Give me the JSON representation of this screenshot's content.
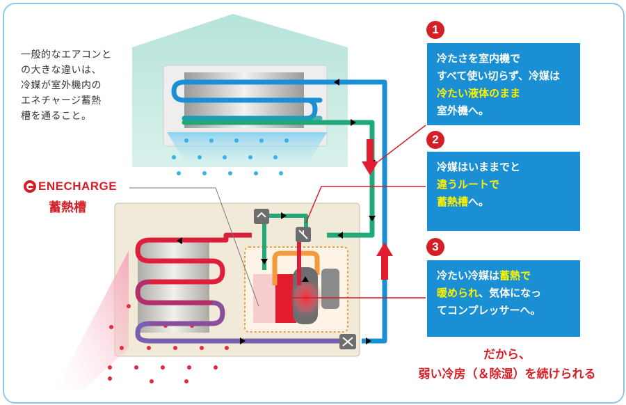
{
  "intro": {
    "lines": [
      "一般的なエアコンと",
      "の大きな違いは、",
      "冷媒が室外機内の",
      "エネチャージ蓄熱",
      "槽を通ること。"
    ]
  },
  "brand": {
    "logo_text": "ENECHARGE",
    "subtitle": "蓄熱槽"
  },
  "steps": [
    {
      "number": "1",
      "segments": [
        [
          {
            "t": "冷たさを室内機で",
            "hl": false
          }
        ],
        [
          {
            "t": "すべて使い切らず、冷媒は",
            "hl": false
          }
        ],
        [
          {
            "t": "冷たい液体のまま",
            "hl": true
          }
        ],
        [
          {
            "t": "室外機へ。",
            "hl": false
          }
        ]
      ]
    },
    {
      "number": "2",
      "segments": [
        [
          {
            "t": "冷媒はいままでと",
            "hl": false
          }
        ],
        [
          {
            "t": "違うルートで",
            "hl": true
          }
        ],
        [
          {
            "t": "蓄熱槽",
            "hl": true
          },
          {
            "t": "へ。",
            "hl": false
          }
        ]
      ]
    },
    {
      "number": "3",
      "segments": [
        [
          {
            "t": "冷たい冷媒は",
            "hl": false
          },
          {
            "t": "蓄熱で",
            "hl": true
          }
        ],
        [
          {
            "t": "暖められ",
            "hl": true
          },
          {
            "t": "、気体になっ",
            "hl": false
          }
        ],
        [
          {
            "t": "てコンプレッサーへ。",
            "hl": false
          }
        ]
      ]
    }
  ],
  "conclusion": {
    "line1": "だから、",
    "line2": "弱い冷房（＆除湿）を続けられる"
  },
  "colors": {
    "accent_red": "#d41f26",
    "box_blue": "#1a8fd3",
    "highlight_yellow": "#fff200",
    "pipe_blue": "#1a8fd3",
    "pipe_green": "#23a879",
    "pipe_red": "#d81e3a",
    "pipe_purple": "#7a5fb0",
    "indoor_bg": "#9fd8cf",
    "outdoor_bg": "#f2ead8"
  }
}
